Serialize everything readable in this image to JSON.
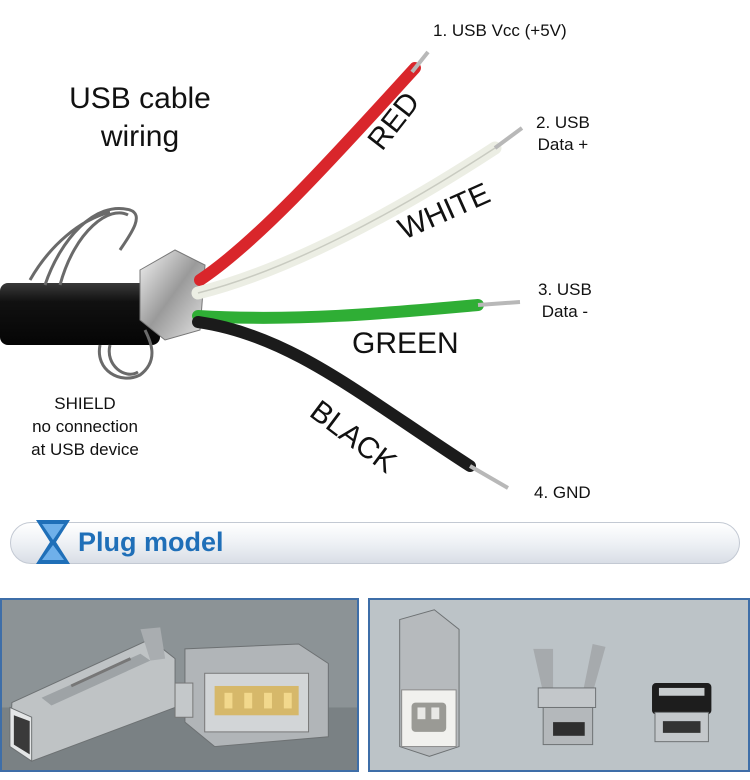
{
  "diagram": {
    "title_line1": "USB cable",
    "title_line2": "wiring",
    "wires": [
      {
        "color_name": "RED",
        "pin_line1": "1. USB Vcc (+5V)",
        "pin_line2": "",
        "hex": "#d9262b"
      },
      {
        "color_name": "WHITE",
        "pin_line1": "2. USB",
        "pin_line2": "Data +",
        "hex": "#eceee4"
      },
      {
        "color_name": "GREEN",
        "pin_line1": "3. USB",
        "pin_line2": "Data -",
        "hex": "#2fae35"
      },
      {
        "color_name": "BLACK",
        "pin_line1": "4. GND",
        "pin_line2": "",
        "hex": "#1b1b1b"
      }
    ],
    "shield": {
      "line1": "SHIELD",
      "line2": "no connection",
      "line3": "at USB device"
    }
  },
  "section": {
    "label": "Plug model",
    "accent": "#1f6fb8"
  },
  "photos": [
    {
      "subject": "USB Type-A male and female plugs"
    },
    {
      "subject": "USB Type-B, Mini-USB and Micro-USB plugs"
    }
  ]
}
